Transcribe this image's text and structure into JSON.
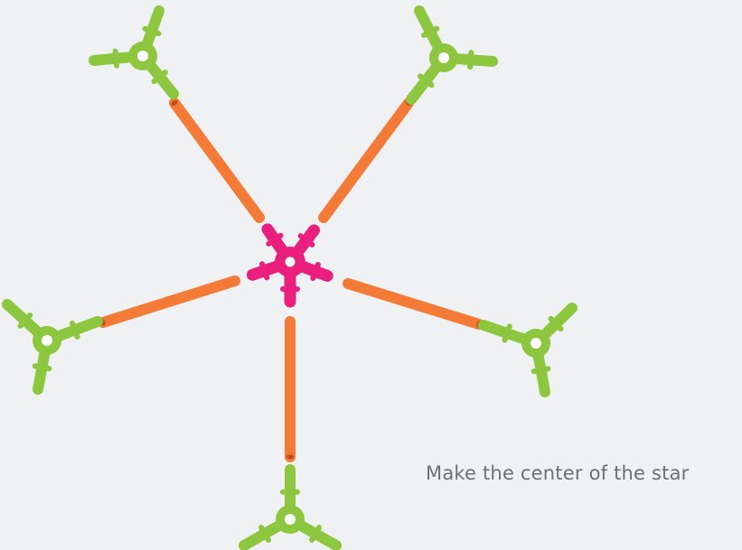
{
  "caption": "Make the center of the star",
  "colors": {
    "background": "#f0f1f3",
    "hub_center": "#ea1e7d",
    "hub_outer": "#8dc63f",
    "rod": "#f47a37",
    "rod_end": "#c24c1f",
    "hole": "#ffffff",
    "text": "#6f6f74"
  },
  "diagram": {
    "center_hub": {
      "name": "center-hub",
      "connectors": 5
    },
    "arms": [
      {
        "name": "arm-upper-left"
      },
      {
        "name": "arm-upper-right"
      },
      {
        "name": "arm-left"
      },
      {
        "name": "arm-right"
      },
      {
        "name": "arm-bottom"
      }
    ]
  }
}
